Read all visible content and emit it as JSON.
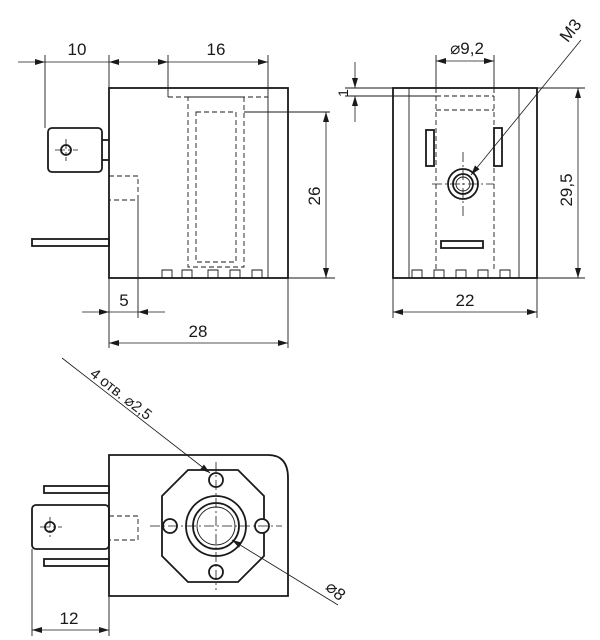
{
  "side_view": {
    "dim_pin": "10",
    "dim_top": "16",
    "dim_height": "26",
    "dim_offset": "5",
    "dim_width": "28"
  },
  "front_view": {
    "dim_hole": "⌀9,2",
    "dim_thread": "M3",
    "dim_gap": "1",
    "dim_height": "29,5",
    "dim_width": "22"
  },
  "bottom_view": {
    "holes_note": "4 отв.  ⌀2,5",
    "dim_bore": "⌀8",
    "dim_pin": "12"
  }
}
